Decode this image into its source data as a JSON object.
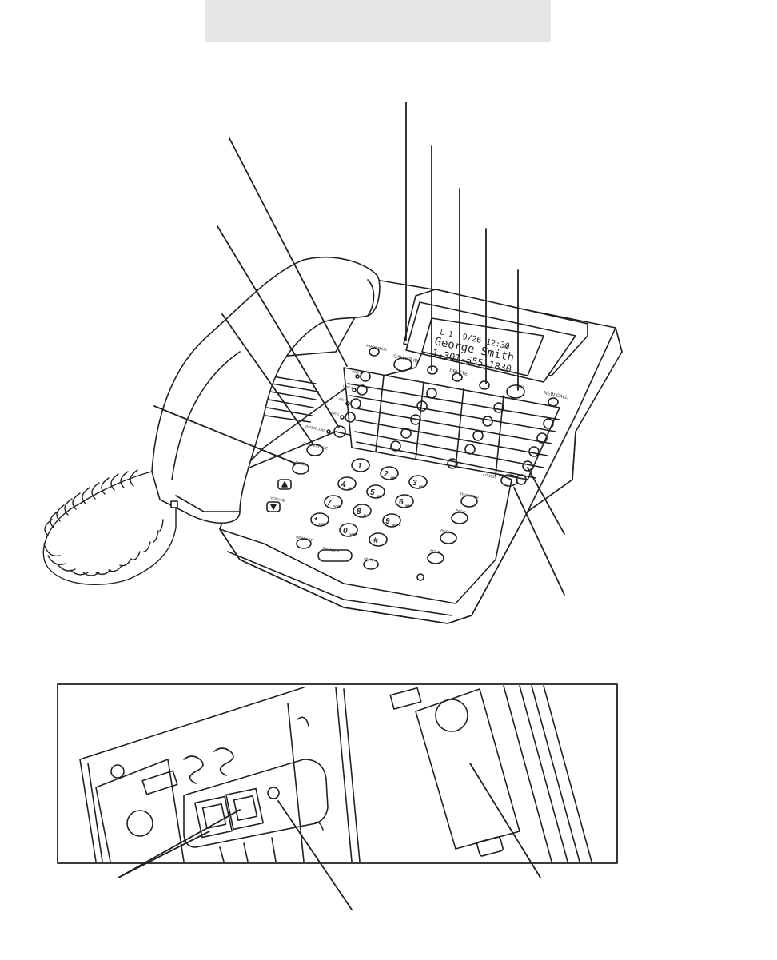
{
  "phone": {
    "display": {
      "line": "L 1",
      "datetime": "9/26 12:30",
      "ampm": "PM",
      "name": "George Smith",
      "number": "1-301-555-1830"
    },
    "buttons": {
      "program": "PROGRAM",
      "caller_id": "CALLER ID",
      "delete": "DELETE",
      "dial": "DIAL",
      "new_call": "NEW CALL",
      "line4": "LINE 4",
      "line3": "LINE 3",
      "line2": "LINE 2",
      "line1": "LINE 1",
      "intercom": "INTERCOM",
      "conference": "CONFERENCE",
      "flash": "FLASH",
      "volume": "VOLUME",
      "lower": "LOWER",
      "transfer": "TRANSFER",
      "page": "PAGE",
      "redial": "REDIAL",
      "hold": "HOLD",
      "headset": "HEADSET",
      "speaker": "SPEAKER",
      "mute": "MUTE"
    },
    "keypad": [
      {
        "digit": "1",
        "letters": ""
      },
      {
        "digit": "2",
        "letters": "ABC"
      },
      {
        "digit": "3",
        "letters": "DEF"
      },
      {
        "digit": "4",
        "letters": "GHI"
      },
      {
        "digit": "5",
        "letters": "JKL"
      },
      {
        "digit": "6",
        "letters": "MNO"
      },
      {
        "digit": "7",
        "letters": "PQRS"
      },
      {
        "digit": "8",
        "letters": "TUV"
      },
      {
        "digit": "9",
        "letters": "WXYZ"
      },
      {
        "digit": "*",
        "letters": "TONE"
      },
      {
        "digit": "0",
        "letters": "OPER"
      },
      {
        "digit": "#",
        "letters": ""
      }
    ]
  },
  "colors": {
    "title_box": "#e6e6e8",
    "ink": "#231f20",
    "paper": "#ffffff"
  }
}
